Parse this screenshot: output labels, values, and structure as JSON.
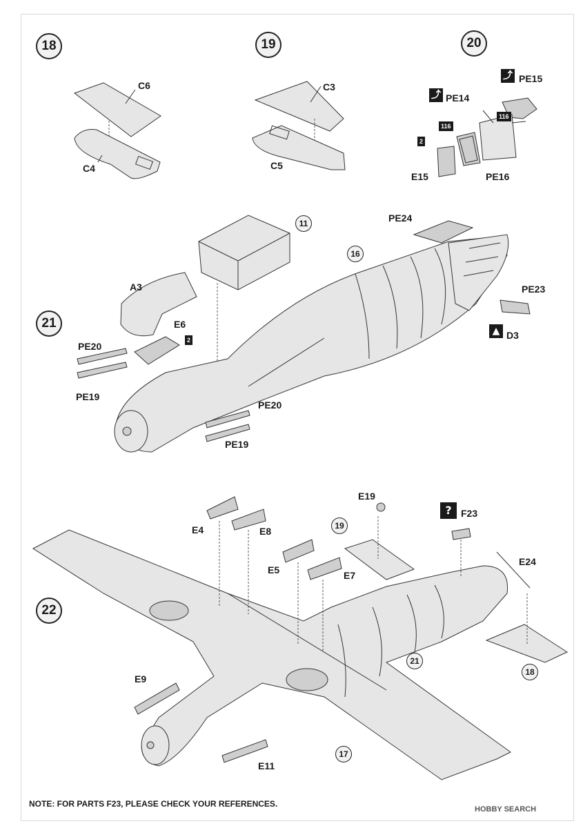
{
  "steps": {
    "s18": "18",
    "s19": "19",
    "s20": "20",
    "s21": "21",
    "s22": "22"
  },
  "callouts": {
    "c11": "11",
    "c16": "16",
    "c19": "19",
    "c21": "21",
    "c18": "18",
    "c17": "17"
  },
  "labels": {
    "C6": "C6",
    "C4": "C4",
    "C3": "C3",
    "C5": "C5",
    "PE15": "PE15",
    "PE14": "PE14",
    "E15": "E15",
    "PE16": "PE16",
    "A3": "A3",
    "E6": "E6",
    "PE24": "PE24",
    "PE23": "PE23",
    "D3": "D3",
    "PE20a": "PE20",
    "PE19a": "PE19",
    "PE20b": "PE20",
    "PE19b": "PE19",
    "E19": "E19",
    "F23": "F23",
    "E4": "E4",
    "E8": "E8",
    "E5": "E5",
    "E7": "E7",
    "E24": "E24",
    "E9": "E9",
    "E11": "E11"
  },
  "badges": {
    "b116a": "116",
    "b116b": "116",
    "b2a": "2",
    "b2b": "2"
  },
  "icons": {
    "pe14": "up-arrow-icon",
    "pe15": "up-arrow-icon",
    "d3": "decal-icon",
    "f23": "question-icon"
  },
  "note": "NOTE: FOR PARTS F23, PLEASE CHECK YOUR REFERENCES.",
  "watermark": "HOBBY SEARCH"
}
